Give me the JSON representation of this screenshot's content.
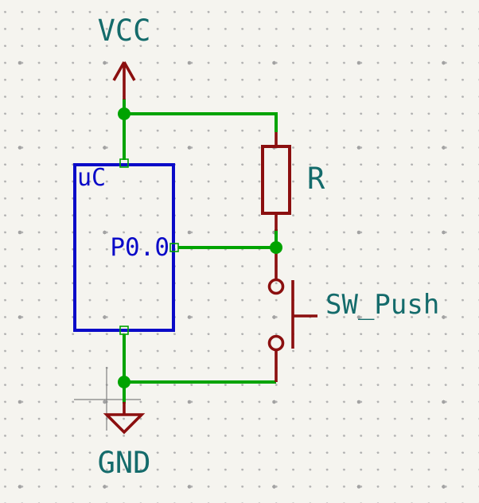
{
  "schematic": {
    "power_symbols": {
      "vcc": {
        "label": "VCC"
      },
      "gnd": {
        "label": "GND"
      }
    },
    "sheet": {
      "name": "uC",
      "pin_name": "P0.0"
    },
    "components": {
      "resistor": {
        "label": "R"
      },
      "switch": {
        "label": "SW_Push"
      }
    }
  },
  "colors": {
    "background": "#F5F4EF",
    "grid_dot": "#B2B2B2",
    "wire_green": "#00A300",
    "symbol_dark_red": "#8B0F0F",
    "sheet_blue": "#0A0AC8",
    "label_teal": "#146B6B",
    "cursor_gray": "#808080"
  }
}
